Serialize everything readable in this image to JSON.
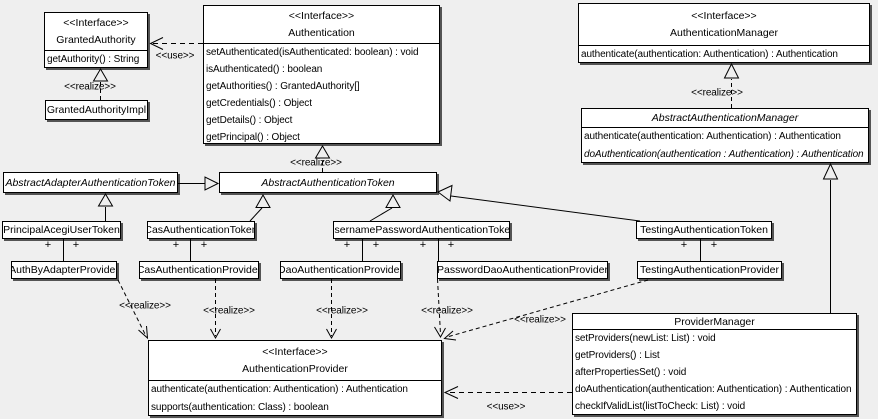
{
  "classes": {
    "granted_authority": {
      "stereotype": "<<Interface>>",
      "name": "GrantedAuthority",
      "methods": [
        "getAuthority() : String"
      ]
    },
    "granted_authority_impl": {
      "name": "GrantedAuthorityImpl"
    },
    "authentication": {
      "stereotype": "<<Interface>>",
      "name": "Authentication",
      "methods": [
        "setAuthenticated(isAuthenticated: boolean) : void",
        "isAuthenticated() : boolean",
        "getAuthorities() : GrantedAuthority[]",
        "getCredentials() : Object",
        "getDetails() : Object",
        "getPrincipal() : Object"
      ]
    },
    "authentication_manager": {
      "stereotype": "<<Interface>>",
      "name": "AuthenticationManager",
      "methods": [
        "authenticate(authentication: Authentication) : Authentication"
      ]
    },
    "abstract_authentication_manager": {
      "name": "AbstractAuthenticationManager",
      "methods": [
        "authenticate(authentication: Authentication) : Authentication",
        "doAuthentication(authentication : Authentication) : Authentication"
      ]
    },
    "abstract_adapter_authentication_token": {
      "name": "AbstractAdapterAuthenticationToken"
    },
    "abstract_authentication_token": {
      "name": "AbstractAuthenticationToken"
    },
    "principal_acegi_user_token": {
      "name": "PrincipalAcegiUserToken"
    },
    "cas_authentication_token": {
      "name": "CasAuthenticationToken"
    },
    "username_password_authentication_token": {
      "name": "UsernamePasswordAuthenticationToken"
    },
    "testing_authentication_token": {
      "name": "TestingAuthenticationToken"
    },
    "auth_by_adapter_provider": {
      "name": "AuthByAdapterProvider"
    },
    "cas_authentication_provider": {
      "name": "CasAuthenticationProvider"
    },
    "dao_authentication_provider": {
      "name": "DaoAuthenticationProvider"
    },
    "password_dao_authentication_provider": {
      "name": "PasswordDaoAuthenticationProvider"
    },
    "testing_authentication_provider": {
      "name": "TestingAuthenticationProvider"
    },
    "authentication_provider": {
      "stereotype": "<<Interface>>",
      "name": "AuthenticationProvider",
      "methods": [
        "authenticate(authentication: Authentication) : Authentication",
        "supports(authentication: Class) : boolean"
      ]
    },
    "provider_manager": {
      "name": "ProviderManager",
      "methods": [
        "setProviders(newList: List) : void",
        "getProviders() : List",
        "afterPropertiesSet() : void",
        "doAuthentication(authentication: Authentication) : Authentication",
        "checkIfValidList(listToCheck: List) : void"
      ]
    }
  },
  "edge_labels": {
    "use_granted_authority": "<<use>>",
    "realize_granted_authority_impl": "<<realize>>",
    "realize_abstract_authentication_token": "<<realize>>",
    "realize_abstract_authentication_manager": "<<realize>>",
    "realize_auth_by_adapter_provider": "<<realize>>",
    "realize_cas_authentication_provider": "<<realize>>",
    "realize_dao_authentication_provider": "<<realize>>",
    "realize_password_dao_authentication_provider": "<<realize>>",
    "realize_testing_authentication_provider": "<<realize>>",
    "use_provider_manager": "<<use>>",
    "association_end": "+"
  },
  "colors": {
    "background": "#efefef",
    "box_fill": "#ffffff",
    "line": "#000000"
  }
}
